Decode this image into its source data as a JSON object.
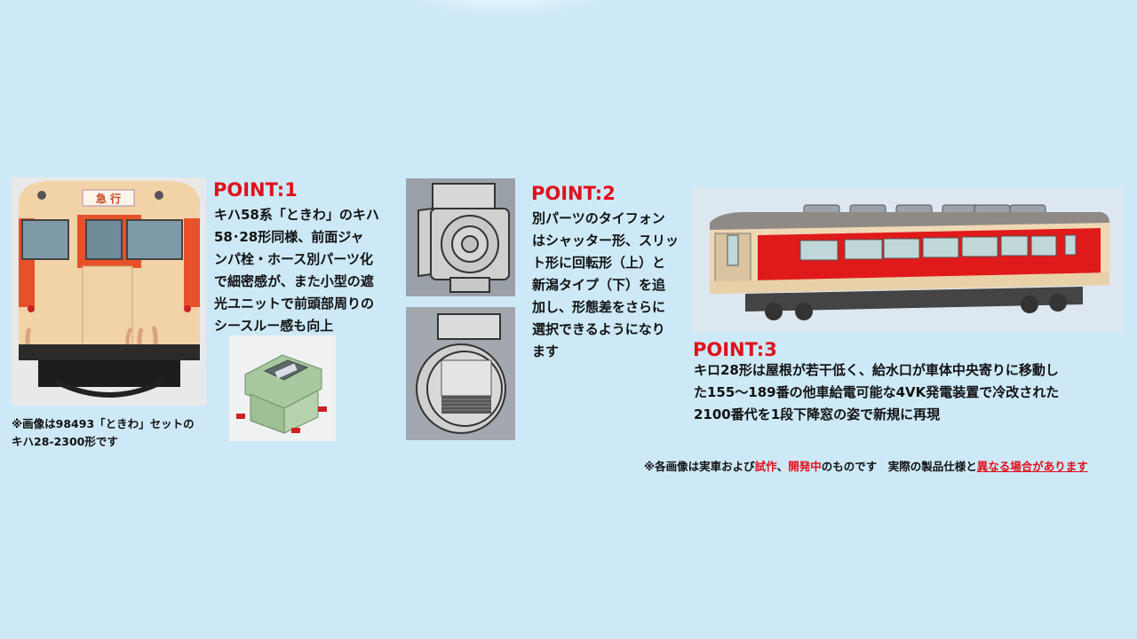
{
  "point1": {
    "title": "POINT:1",
    "text": "キハ58系「ときわ」のキハ\n58･28形同様、前面ジャ\nンパ栓・ホース別パーツ化\nで細密感が、また小型の遮\n光ユニットで前頭部周りの\nシースルー感も向上"
  },
  "point2": {
    "title": "POINT:2",
    "text": "別パーツのタイフォン\nはシャッター形、スリッ\nト形に回転形（上）と\n新潟タイプ（下）を追\n加し、形態差をさらに\n選択できるようになり\nます"
  },
  "point3": {
    "title": "POINT:3",
    "text": "キロ28形は屋根が若干低く、給水口が車体中央寄りに移動し\nた155～189番の他車給電可能な4VK発電装置で冷改された\n2100番代を1段下降窓の姿で新規に再現"
  },
  "front_caption": "※画像は98493「ときわ」セットの\nキハ28-2300形です",
  "front_sign": "急 行",
  "footer_note": {
    "part1": "※各画像は実車および",
    "trial": "試作",
    "sep": "、",
    "dev": "開発中",
    "part2": "のものです　実際の製品仕様と",
    "diff": "異なる場合があります"
  },
  "colors": {
    "background": "#cde9f7",
    "accent_red": "#e0101a",
    "cream": "#f2d3a8",
    "vermilion": "#e8502a"
  }
}
